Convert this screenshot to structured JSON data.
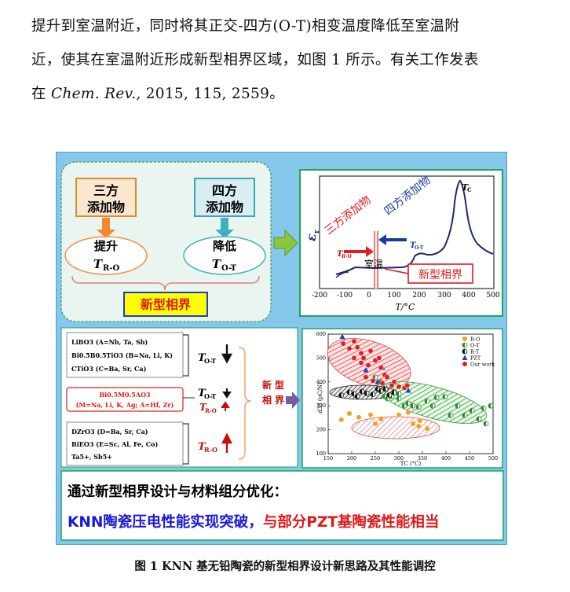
{
  "body_text": {
    "line1": "提升到室温附近，同时将其正交-四方(O-T)相变温度降低至室温附",
    "line2": "近，使其在室温附近形成新型相界区域，如图 1 所示。有关工作发表",
    "line3_pre": "在 ",
    "line3_journal": "Chem. Rev.,",
    "line3_post": " 2015, 115, 2559。"
  },
  "schematic": {
    "additive_left": [
      "三方",
      "添加物"
    ],
    "additive_right": [
      "四方",
      "添加物"
    ],
    "effect_left": "提升",
    "effect_left_sym": "T",
    "effect_left_sub": "R-O",
    "effect_right": "降低",
    "effect_right_sym": "T",
    "effect_right_sub": "O-T",
    "result": "新型相界"
  },
  "permittivity_plot": {
    "ylabel_sym": "ε",
    "ylabel_sub": "r",
    "xlabel": "T/°C",
    "xticks": [
      "-200",
      "-100",
      "0",
      "100",
      "200",
      "300",
      "400",
      "500"
    ],
    "label_tc": "T",
    "label_tc_sub": "C",
    "label_tot": "T",
    "label_tot_sub": "O-T",
    "label_tro": "T",
    "label_tro_sub": "R-O",
    "rhombo_additive": "三方添加物",
    "tetra_additive": "四方添加物",
    "room_temp": "室温",
    "new_boundary": "新型相界"
  },
  "systems": {
    "group1": [
      "LiBO3 (A=Nb, Ta, Sb)",
      "Bi0.5B0.5TiO3 (B=Na, Li, K)",
      "CTiO3 (C=Ba, Sr, Ca)"
    ],
    "group2": [
      "Bi0.5M0.5AO3",
      "(M=Na, Li, K, Ag; A=Hf, Zr)"
    ],
    "group3": [
      "DZrO3 (D=Ba, Sr, Ca)",
      "BiEO3 (E=Sc, Al, Fe, Co)",
      "Ta5+, Sb5+"
    ],
    "tot": "T",
    "tot_sub": "O-T",
    "tro": "T",
    "tro_sub": "R-O",
    "new_boundary_v": [
      "新",
      "型",
      "相",
      "界"
    ]
  },
  "chart_data": {
    "type": "scatter",
    "xlabel": "TC (°C)",
    "ylabel": "d33 (pC/N)",
    "xlim": [
      150,
      500
    ],
    "ylim": [
      100,
      600
    ],
    "xticks": [
      150,
      200,
      250,
      300,
      350,
      400,
      450,
      500
    ],
    "yticks": [
      100,
      200,
      300,
      400,
      500,
      600
    ],
    "legend_position": "top-right",
    "series": [
      {
        "name": "R-O",
        "color": "#f39c2a",
        "points": [
          [
            178,
            242
          ],
          [
            195,
            268
          ],
          [
            215,
            252
          ],
          [
            240,
            262
          ],
          [
            262,
            246
          ],
          [
            300,
            262
          ],
          [
            320,
            272
          ],
          [
            342,
            215
          ],
          [
            345,
            238
          ],
          [
            360,
            205
          ],
          [
            330,
            225
          ],
          [
            250,
            225
          ]
        ]
      },
      {
        "name": "O-T",
        "color": "#2e8b2e",
        "points": [
          [
            250,
            420
          ],
          [
            262,
            400
          ],
          [
            270,
            380
          ],
          [
            285,
            340
          ],
          [
            300,
            330
          ],
          [
            312,
            300
          ],
          [
            320,
            310
          ],
          [
            330,
            300
          ],
          [
            342,
            295
          ],
          [
            360,
            320
          ],
          [
            372,
            300
          ],
          [
            380,
            335
          ],
          [
            398,
            338
          ],
          [
            410,
            260
          ],
          [
            425,
            300
          ],
          [
            440,
            260
          ],
          [
            455,
            280
          ],
          [
            470,
            245
          ],
          [
            480,
            290
          ],
          [
            485,
            225
          ],
          [
            495,
            300
          ],
          [
            270,
            340
          ],
          [
            290,
            360
          ],
          [
            300,
            350
          ],
          [
            276,
            330
          ]
        ]
      },
      {
        "name": "R-T",
        "color": "#111111",
        "points": [
          [
            178,
            345
          ],
          [
            195,
            357
          ],
          [
            205,
            350
          ],
          [
            212,
            340
          ],
          [
            222,
            360
          ],
          [
            232,
            352
          ],
          [
            245,
            348
          ],
          [
            255,
            370
          ],
          [
            262,
            362
          ],
          [
            272,
            370
          ],
          [
            280,
            345
          ],
          [
            290,
            355
          ]
        ]
      },
      {
        "name": "PZT",
        "color": "#1f3fcc",
        "points": [
          [
            180,
            590
          ],
          [
            230,
            450
          ],
          [
            265,
            460
          ],
          [
            255,
            400
          ],
          [
            320,
            365
          ]
        ]
      },
      {
        "name": "Our work",
        "color": "#e02020",
        "points": [
          [
            182,
            560
          ],
          [
            195,
            540
          ],
          [
            205,
            570
          ],
          [
            212,
            545
          ],
          [
            220,
            520
          ],
          [
            225,
            500
          ],
          [
            235,
            470
          ],
          [
            240,
            530
          ],
          [
            250,
            490
          ],
          [
            258,
            500
          ],
          [
            262,
            460
          ],
          [
            270,
            430
          ],
          [
            220,
            480
          ],
          [
            205,
            500
          ],
          [
            230,
            420
          ],
          [
            245,
            405
          ],
          [
            275,
            420
          ],
          [
            290,
            400
          ],
          [
            300,
            380
          ],
          [
            312,
            375
          ],
          [
            318,
            385
          ],
          [
            285,
            385
          ],
          [
            265,
            395
          ]
        ]
      }
    ]
  },
  "summary": {
    "line1": "通过新型相界设计与材料组分优化：",
    "line2_blue": "KNN陶瓷压电性能实现突破，",
    "line2_red": "与部分PZT基陶瓷性能相当"
  },
  "caption": "图 1    KNN 基无铅陶瓷的新型相界设计新思路及其性能调控"
}
